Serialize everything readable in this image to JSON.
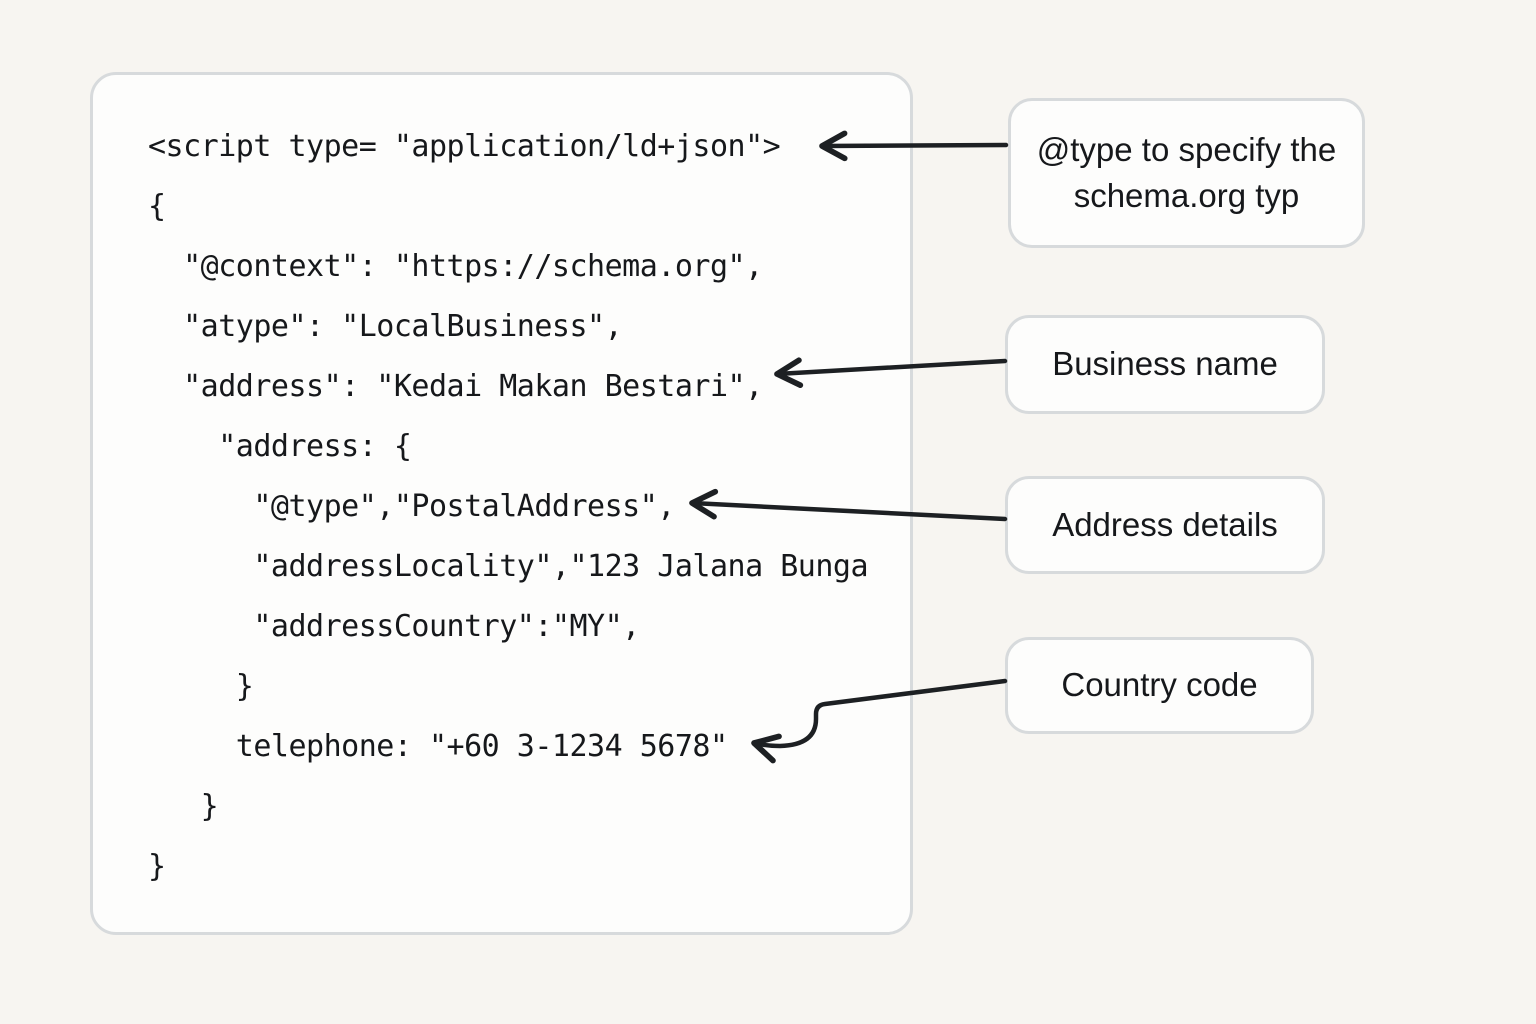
{
  "colors": {
    "page_bg": "#f7f5f1",
    "panel_bg": "#fdfdfc",
    "panel_border": "#d7dadc",
    "code_text": "#16181b",
    "callout_text": "#16181b",
    "arrow": "#1d2023"
  },
  "code_block": {
    "language": "json-ld",
    "lines": [
      "<script type= \"application/ld+json\">",
      "{",
      "  \"@context\": \"https://schema.org\",",
      "  \"atype\": \"LocalBusiness\",",
      "  \"address\": \"Kedai Makan Bestari\",",
      "    \"address: {",
      "      \"@type\",\"PostalAddress\",",
      "      \"addressLocality\",\"123 Jalana Bunga",
      "      \"addressCountry\":\"MY\",",
      "     }",
      "     telephone: \"+60 3-1234 5678\"",
      "   }",
      "}"
    ]
  },
  "callouts": [
    {
      "id": "schema-type",
      "label": "@type to specify the schema.org typ"
    },
    {
      "id": "business-name",
      "label": "Business name"
    },
    {
      "id": "address-details",
      "label": "Address details"
    },
    {
      "id": "country-code",
      "label": "Country code"
    }
  ]
}
